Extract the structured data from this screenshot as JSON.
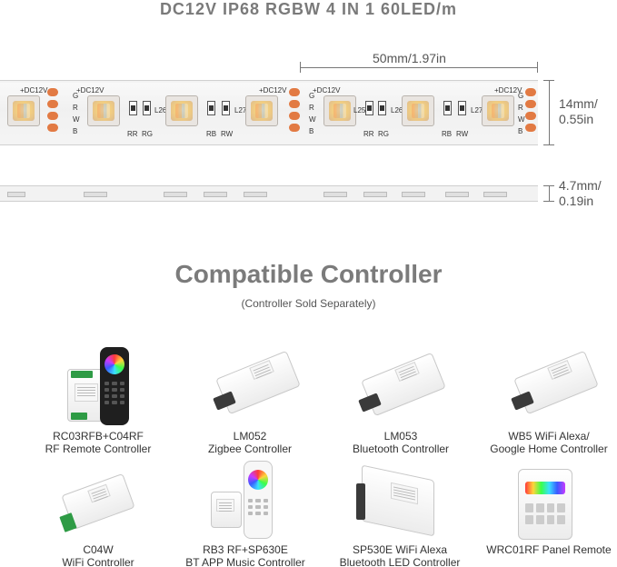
{
  "headline": "DC12V IP68 RGBW 4 IN 1 60LED/m",
  "dimensions": {
    "length": "50mm/1.97in",
    "width_line1": "14mm/",
    "width_line2": "0.55in",
    "height_line1": "4.7mm/",
    "height_line2": "0.19in"
  },
  "strip_text": {
    "voltage": "+DC12V",
    "channels": [
      "G",
      "R",
      "W",
      "B"
    ],
    "resistor_left": [
      "RR",
      "RG"
    ],
    "resistor_right": [
      "RB",
      "RW"
    ],
    "l25": "L25",
    "l26": "L26",
    "l27": "L27"
  },
  "section": {
    "title": "Compatible Controller",
    "subtitle": "(Controller Sold Separately)"
  },
  "products": [
    {
      "name": "RC03RFB+C04RF",
      "desc": "RF Remote Controller"
    },
    {
      "name": "LM052",
      "desc": "Zigbee Controller"
    },
    {
      "name": "LM053",
      "desc": "Bluetooth Controller"
    },
    {
      "name": "WB5 WiFi Alexa/",
      "desc": "Google Home Controller"
    },
    {
      "name": "C04W",
      "desc": "WiFi Controller"
    },
    {
      "name": "RB3 RF+SP630E",
      "desc": "BT APP Music Controller"
    },
    {
      "name": "SP530E WiFi Alexa",
      "desc": "Bluetooth LED Controller"
    },
    {
      "name": "WRC01RF Panel Remote",
      "desc": ""
    }
  ]
}
